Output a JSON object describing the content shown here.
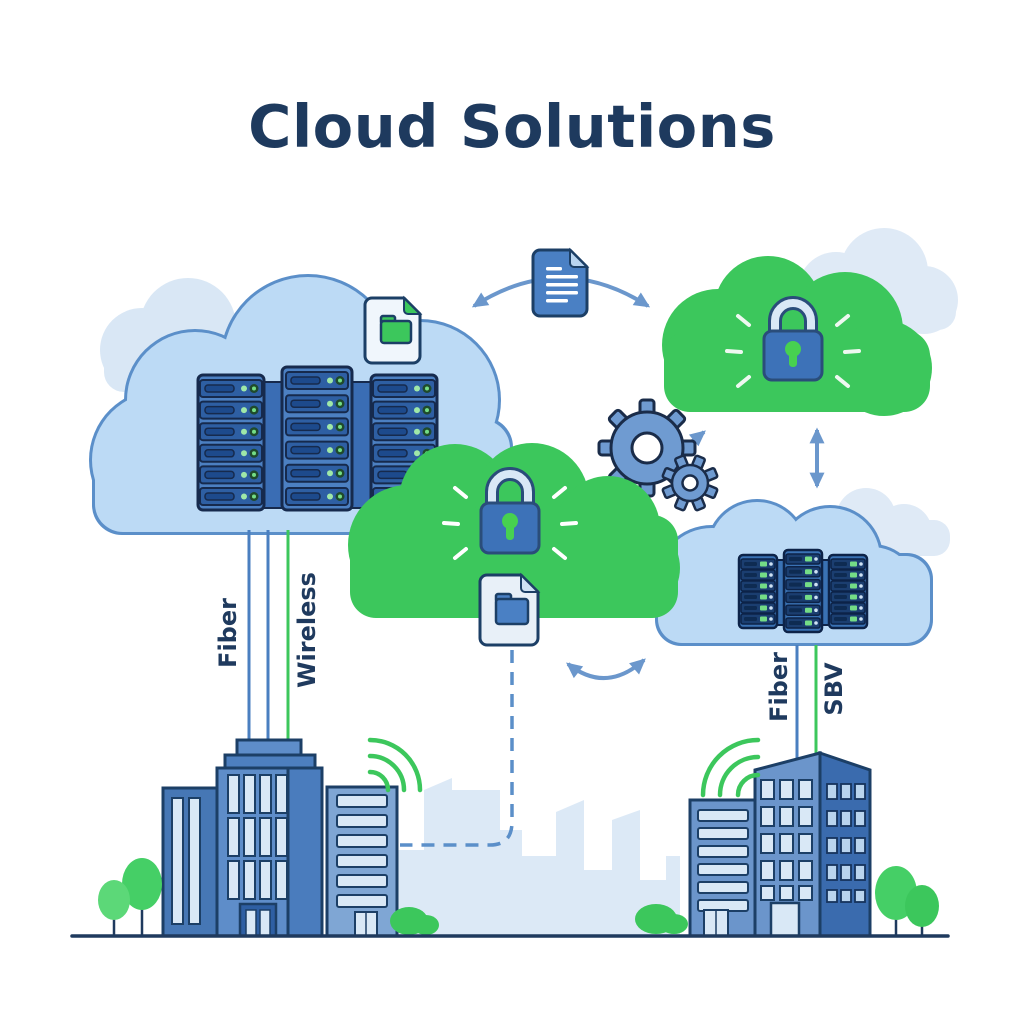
{
  "title": "Cloud Solutions",
  "connection_labels": {
    "left_building": [
      "Fiber",
      "Wireless"
    ],
    "right_building": [
      "Fiber",
      "SBV"
    ]
  },
  "scene": {
    "clouds": [
      {
        "name": "server-cloud-left",
        "style": "light-blue-outlined",
        "contents": "3 server racks of 6 units, document with green folder"
      },
      {
        "name": "secure-cloud-top-right",
        "style": "green",
        "contents": "padlock with green keyhole"
      },
      {
        "name": "secure-cloud-center",
        "style": "green",
        "contents": "padlock with green keyhole, document with blue folder"
      },
      {
        "name": "server-cloud-bottom-right",
        "style": "light-blue-outlined",
        "contents": "3 server racks of 6 units"
      }
    ],
    "icons": [
      "document-icon",
      "folder-document-icon",
      "padlock-icon",
      "gears-icon",
      "wifi-signal-icon",
      "sync-arc-arrow-icon",
      "double-headed-arrow-icon"
    ],
    "buildings": {
      "left_group": 3,
      "right_group": 2
    },
    "trees": 4,
    "connections": {
      "left_lines": [
        "blue",
        "blue",
        "green"
      ],
      "right_lines": [
        "blue",
        "green"
      ],
      "dashed_route": "from center cloud document down and left to city building"
    }
  },
  "colors": {
    "title_text": "#1e3a5e",
    "cloud_blue_fill": "#bcdaf5",
    "cloud_blue_outline": "#5b8fc9",
    "cloud_green": "#3cc75c",
    "pale_cloud": "#dbe8f6",
    "arrow_blue": "#6b97cc",
    "lock_body_blue": "#3d72b8",
    "keyhole_green": "#47d150",
    "rack_blue": "#4c80c2",
    "navy_outline": "#1c3f66",
    "building_blue": "#5e8dc9",
    "ground_navy": "#1f3a5e"
  }
}
